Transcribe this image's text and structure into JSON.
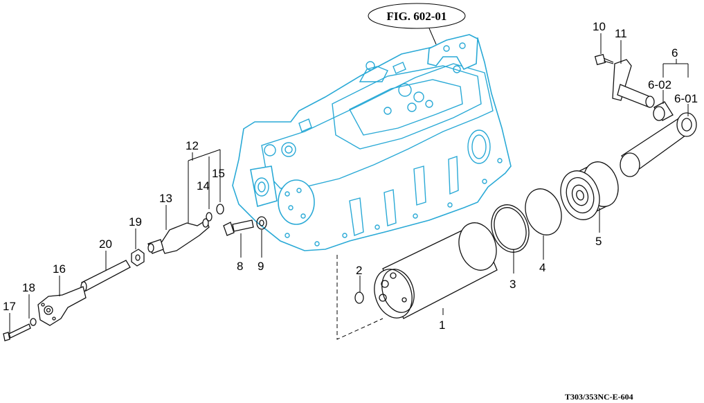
{
  "figure_ref": "FIG. 602-01",
  "doc_code": "T303/353NC-E-604",
  "colors": {
    "housing": "#29a9d6",
    "parts": "#111111",
    "background": "#ffffff"
  },
  "callouts": {
    "c1": "1",
    "c2": "2",
    "c3": "3",
    "c4": "4",
    "c5": "5",
    "c6": "6",
    "c6_01": "6-01",
    "c6_02": "6-02",
    "c8": "8",
    "c9": "9",
    "c10": "10",
    "c11": "11",
    "c12": "12",
    "c13": "13",
    "c14": "14",
    "c15": "15",
    "c16": "16",
    "c17": "17",
    "c18": "18",
    "c19": "19",
    "c20": "20"
  }
}
